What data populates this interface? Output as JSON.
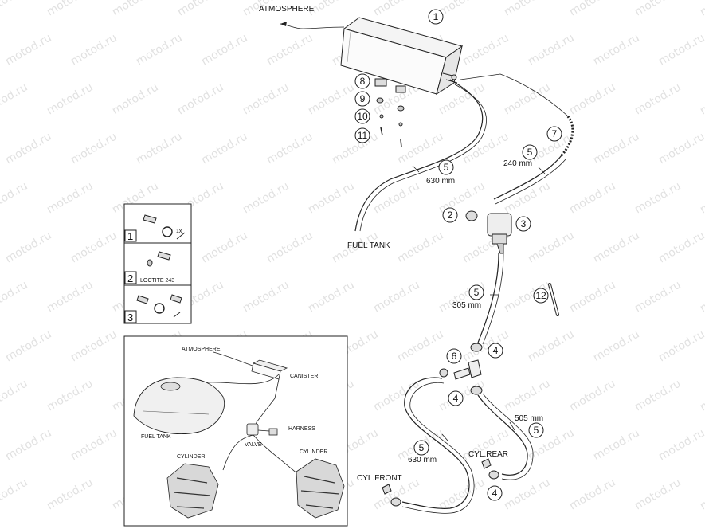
{
  "watermark": "motod.ru",
  "labels": {
    "atmosphere": "ATMOSPHERE",
    "fuel_tank": "FUEL TANK",
    "cyl_front": "CYL.FRONT",
    "cyl_rear": "CYL.REAR",
    "hose_630_top": "630 mm",
    "hose_240": "240 mm",
    "hose_305": "305 mm",
    "hose_505": "505 mm",
    "hose_630_bottom": "630 mm"
  },
  "callouts": {
    "c1": "1",
    "c2": "2",
    "c3": "3",
    "c4a": "4",
    "c4b": "4",
    "c4c": "4",
    "c5a": "5",
    "c5b": "5",
    "c5c": "5",
    "c5d": "5",
    "c5e": "5",
    "c6": "6",
    "c7": "7",
    "c8": "8",
    "c9": "9",
    "c10": "10",
    "c11": "11",
    "c12": "12"
  },
  "steps": [
    {
      "number": "1",
      "note": "1x"
    },
    {
      "number": "2",
      "note": "LOCTITE 243"
    },
    {
      "number": "3",
      "note": ""
    }
  ],
  "inset": {
    "atmosphere": "ATMOSPHERE",
    "canister": "CANISTER",
    "fuel_tank": "FUEL TANK",
    "harness": "HARNESS",
    "valve": "VALVE",
    "cylinder_left": "CYLINDER",
    "cylinder_right": "CYLINDER"
  }
}
